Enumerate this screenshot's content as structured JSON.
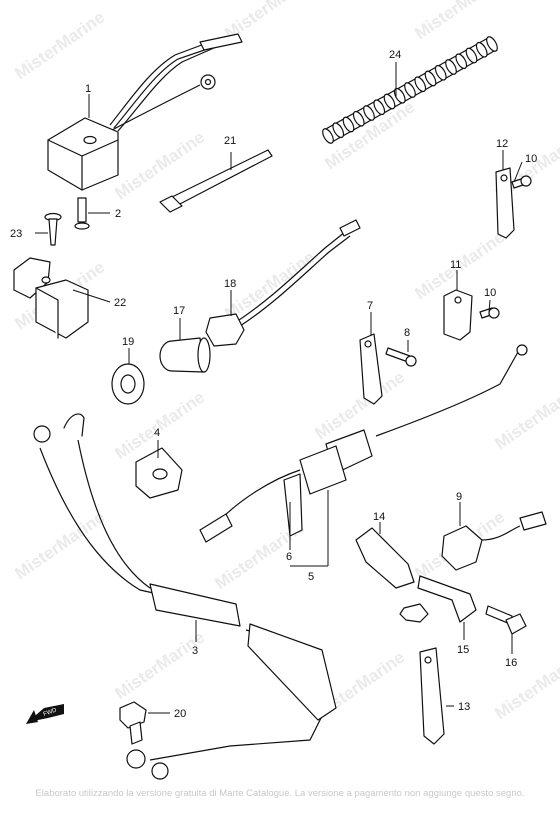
{
  "watermark": "MisterMarine",
  "footer_note": "Elaborato utilizzando la versione gratuita di Marte Catalogue. La versione a pagamento non aggiunge questo segno.",
  "fwd_label": "FWD",
  "callouts": [
    "1",
    "2",
    "3",
    "4",
    "5",
    "6",
    "7",
    "8",
    "9",
    "10",
    "10",
    "11",
    "12",
    "13",
    "14",
    "15",
    "16",
    "17",
    "18",
    "19",
    "20",
    "21",
    "22",
    "23",
    "24"
  ],
  "colors": {
    "line": "#111111",
    "watermark": "#d9d9d9",
    "background": "#ffffff"
  }
}
